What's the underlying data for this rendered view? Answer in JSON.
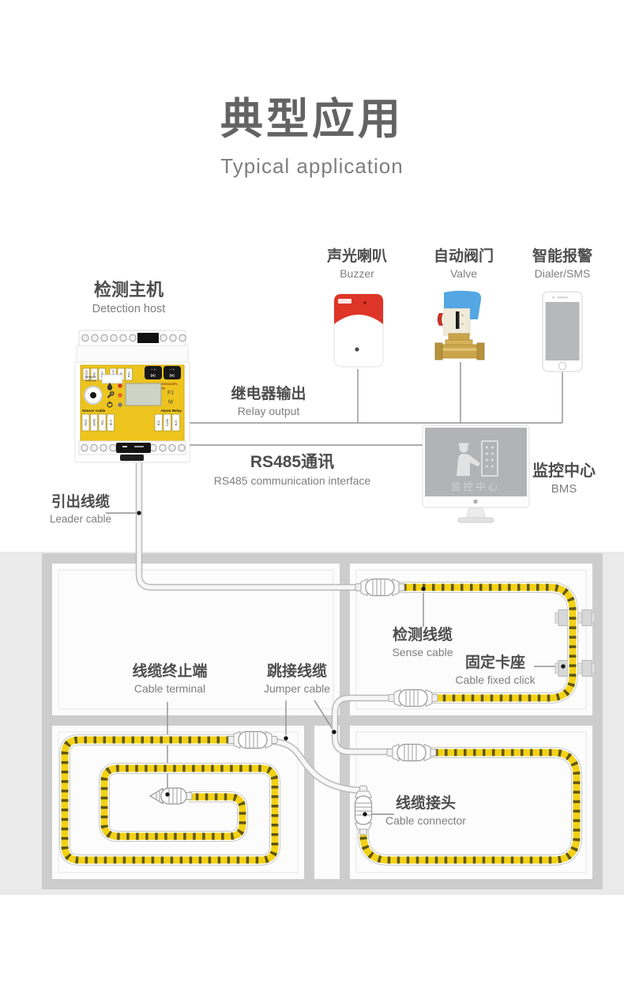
{
  "title": {
    "cn": "典型应用",
    "en": "Typical application"
  },
  "host": {
    "label_cn": "检测主机",
    "label_en": "Detection host",
    "top_terminals": [
      "SHLD",
      "RS-",
      "RS+",
      "SHLD",
      "RS-",
      "RS+"
    ],
    "network_line1": "Network",
    "network_line2": "Address",
    "dc_marks": "−  +",
    "dc_label": "DC",
    "input_line1": "INPUT: 12VDC±10%",
    "input_line2": "2W",
    "btn_f1": "F1",
    "btn_m": "M",
    "sensor_cable": "Sensor Cable",
    "alarm_relay": "Alarm Relay",
    "sensor_terminals": [
      "RED",
      "GRN",
      "YEL",
      "BLK"
    ],
    "relay_terminals": [
      "N.C.",
      "COM",
      "N.O."
    ]
  },
  "peripherals": {
    "buzzer": {
      "cn": "声光喇叭",
      "en": "Buzzer"
    },
    "valve": {
      "cn": "自动阀门",
      "en": "Valve"
    },
    "dialer": {
      "cn": "智能报警",
      "en": "Dialer/SMS"
    }
  },
  "links": {
    "relay": {
      "cn": "继电器输出",
      "en": "Relay output"
    },
    "rs485": {
      "cn": "RS485通讯",
      "en": "RS485 communication interface"
    },
    "bms": {
      "cn": "监控中心",
      "en": "BMS",
      "screen_text": "监控中心"
    }
  },
  "floorplan": {
    "leader": {
      "cn": "引出线缆",
      "en": "Leader cable"
    },
    "sense": {
      "cn": "检测线缆",
      "en": "Sense cable"
    },
    "clip": {
      "cn": "固定卡座",
      "en": "Cable fixed click"
    },
    "terminal": {
      "cn": "线缆终止端",
      "en": "Cable terminal"
    },
    "jumper": {
      "cn": "跳接线缆",
      "en": "Jumper cable"
    },
    "connector": {
      "cn": "线缆接头",
      "en": "Cable connector"
    }
  },
  "colors": {
    "cable_yellow": "#f3d117",
    "stripe_dark": "#45420f",
    "device_yellow": "#edc41e",
    "alarm_red": "#dd3527",
    "valve_blue": "#54a7e2",
    "wall_gray": "#cdcdcd",
    "section_bg": "#eaeaea"
  }
}
